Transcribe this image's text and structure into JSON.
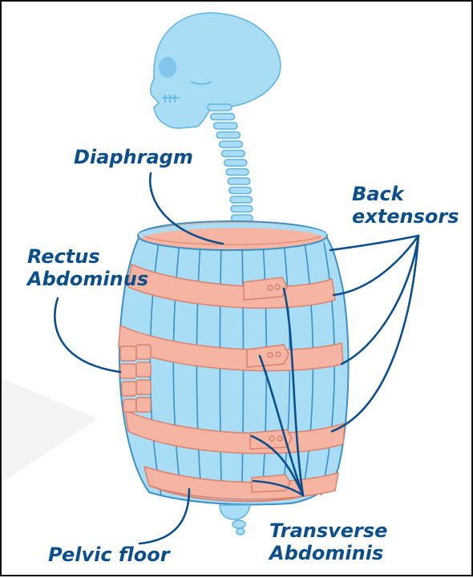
{
  "labels": {
    "diaphragm": "Diaphragm",
    "back_extensors": [
      "Back",
      "extensors"
    ],
    "rectus_abdominus": [
      "Rectus",
      "Abdominus"
    ],
    "pelvic_floor": "Pelvic floor",
    "transverse_abdominis": [
      "Transverse",
      "Abdominis"
    ]
  },
  "colors": {
    "label_text": "#0d4f8b",
    "leader_lines": "#0d4f8b",
    "bone_fill": "#a9ddf5",
    "bone_outline": "#5fb3e0",
    "stave_fill": "#a9ddf5",
    "stave_lines": "#3d8fc4",
    "hoop_fill": "#f6b4a3",
    "hoop_outline": "#d9826e",
    "frame": "#111111"
  },
  "icons": {
    "skull": "skull-icon",
    "spine": "spine-icon",
    "barrel": "barrel-icon"
  }
}
